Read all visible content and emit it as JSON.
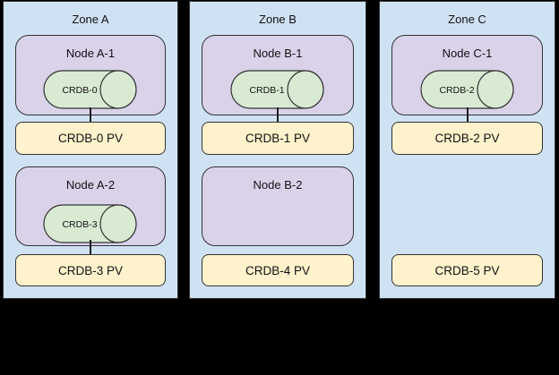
{
  "colors": {
    "background": "#000000",
    "zone_fill": "#cfe2f3",
    "node_fill": "#d9d2e9",
    "cylinder_fill": "#d9ead3",
    "pv_fill": "#fff2cc",
    "border": "#333333",
    "text": "#111111"
  },
  "zones": [
    {
      "label": "Zone A",
      "nodes": [
        {
          "label": "Node A-1",
          "cylinder": "CRDB-0"
        },
        {
          "label": "Node A-2",
          "cylinder": "CRDB-3"
        }
      ],
      "pvs": [
        "CRDB-0 PV",
        "CRDB-3 PV"
      ]
    },
    {
      "label": "Zone B",
      "nodes": [
        {
          "label": "Node B-1",
          "cylinder": "CRDB-1"
        },
        {
          "label": "Node B-2",
          "cylinder": ""
        }
      ],
      "pvs": [
        "CRDB-1 PV",
        "CRDB-4 PV"
      ]
    },
    {
      "label": "Zone C",
      "nodes": [
        {
          "label": "Node C-1",
          "cylinder": "CRDB-2"
        }
      ],
      "pvs": [
        "CRDB-2 PV",
        "CRDB-5 PV"
      ]
    }
  ]
}
